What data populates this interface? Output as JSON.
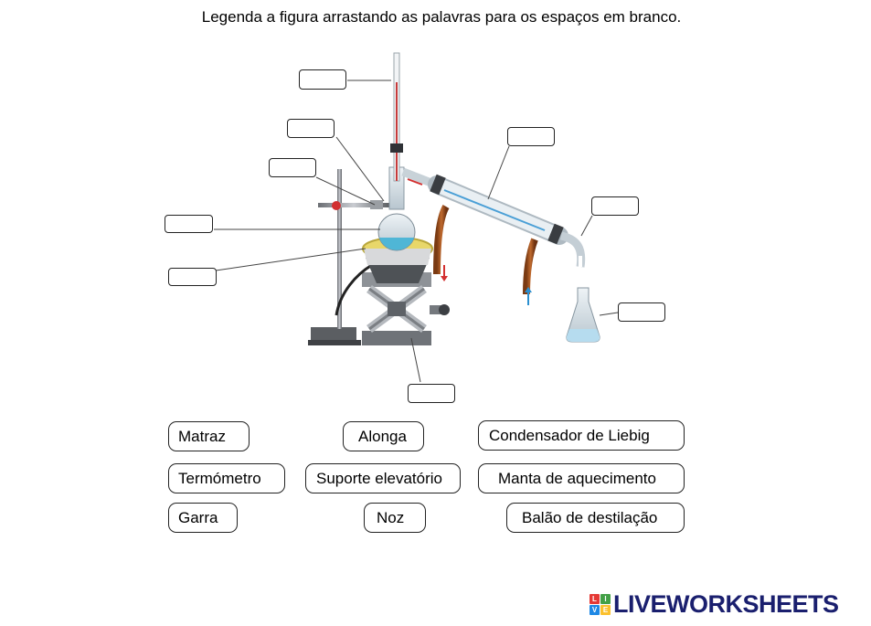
{
  "instruction": "Legenda a figura arrastando as palavras para os espaços em branco.",
  "words": [
    {
      "id": "matraz",
      "label": "Matraz"
    },
    {
      "id": "alonga",
      "label": "Alonga"
    },
    {
      "id": "condensador",
      "label": "Condensador de Liebig"
    },
    {
      "id": "termometro",
      "label": "Termómetro"
    },
    {
      "id": "suporte",
      "label": "Suporte elevatório"
    },
    {
      "id": "manta",
      "label": "Manta de aquecimento"
    },
    {
      "id": "garra",
      "label": "Garra"
    },
    {
      "id": "noz",
      "label": "Noz"
    },
    {
      "id": "balao",
      "label": "Balão de destilação"
    }
  ],
  "blanks": [
    {
      "id": "blank-1",
      "value": ""
    },
    {
      "id": "blank-2",
      "value": ""
    },
    {
      "id": "blank-3",
      "value": ""
    },
    {
      "id": "blank-4",
      "value": ""
    },
    {
      "id": "blank-5",
      "value": ""
    },
    {
      "id": "blank-6",
      "value": ""
    },
    {
      "id": "blank-7",
      "value": ""
    },
    {
      "id": "blank-8",
      "value": ""
    },
    {
      "id": "blank-9",
      "value": ""
    }
  ],
  "logo": {
    "text": "LIVEWORKSHEETS",
    "cube_letters": [
      "L",
      "I",
      "V",
      "E"
    ],
    "colors": {
      "cube1": "#e53935",
      "cube2": "#43a047",
      "cube3": "#1e88e5",
      "cube4": "#fbc02d",
      "text": "#1a1f6e"
    }
  }
}
